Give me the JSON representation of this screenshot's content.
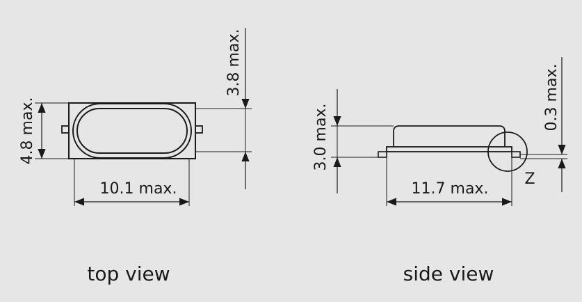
{
  "top_view": {
    "caption": "top view",
    "dim_height": "4.8 max.",
    "dim_width": "10.1 max.",
    "dim_thickness": "3.8 max."
  },
  "side_view": {
    "caption": "side view",
    "dim_height": "3.0 max.",
    "dim_length": "11.7 max.",
    "dim_lead": "0.3 max.",
    "detail_label": "Z"
  },
  "colors": {
    "background": "#e6e6e6",
    "line": "#1a1a1a"
  }
}
